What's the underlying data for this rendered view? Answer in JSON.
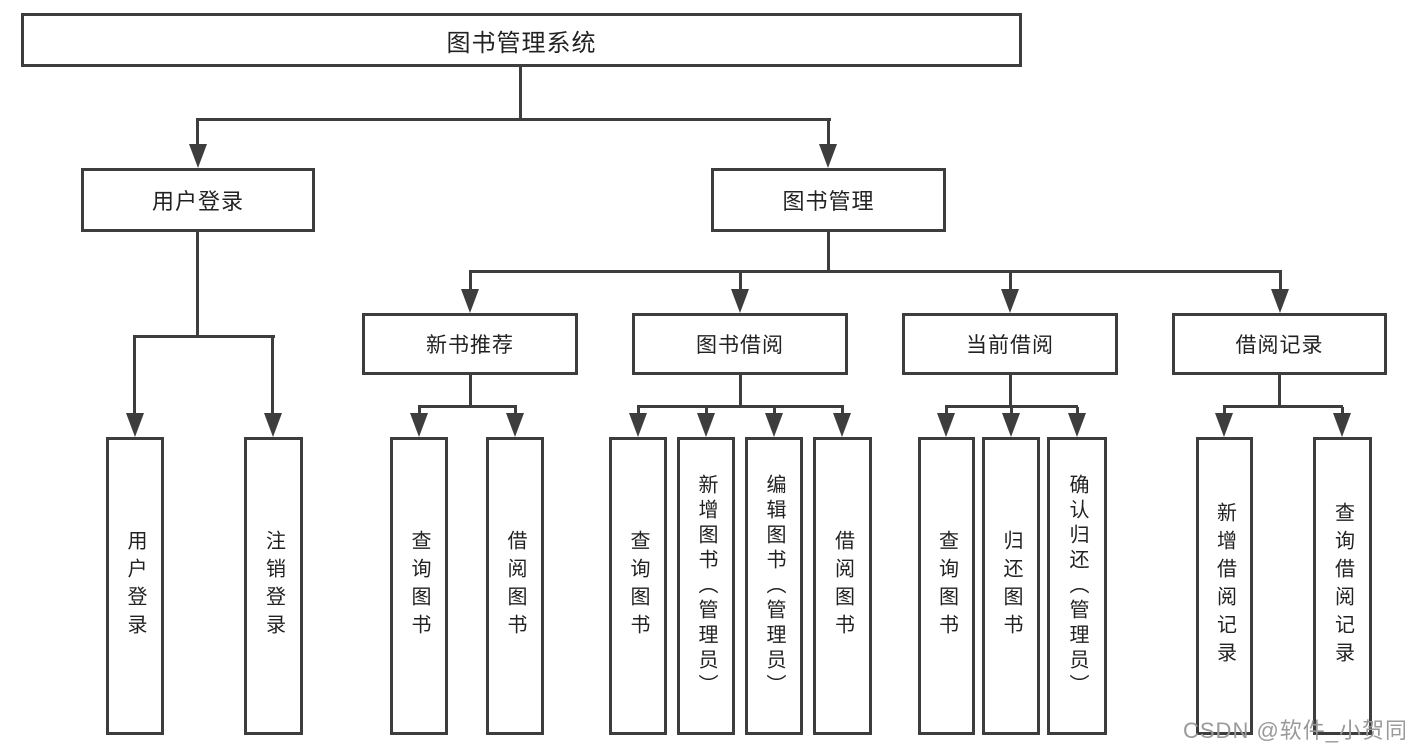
{
  "diagram": {
    "type": "hierarchy-tree",
    "nodes": {
      "root": {
        "label": "图书管理系统"
      },
      "level2": [
        {
          "label": "用户登录"
        },
        {
          "label": "图书管理"
        }
      ],
      "level3": [
        {
          "label": "新书推荐"
        },
        {
          "label": "图书借阅"
        },
        {
          "label": "当前借阅"
        },
        {
          "label": "借阅记录"
        }
      ],
      "leaves": {
        "user_login": [
          "用户登录",
          "注销登录"
        ],
        "new_book": [
          "查询图书",
          "借阅图书"
        ],
        "book_borrow": [
          "查询图书",
          "新增图书（管理员）",
          "编辑图书（管理员）",
          "借阅图书"
        ],
        "current_borrow": [
          "查询图书",
          "归还图书",
          "确认归还（管理员）"
        ],
        "borrow_record": [
          "新增借阅记录",
          "查询借阅记录"
        ]
      }
    },
    "colors": {
      "line": "#3d3d3d",
      "text": "#222222",
      "background": "#ffffff",
      "watermark": "#9a9a9a"
    }
  },
  "watermark": {
    "text": "CSDN @软件_小贺同学"
  }
}
